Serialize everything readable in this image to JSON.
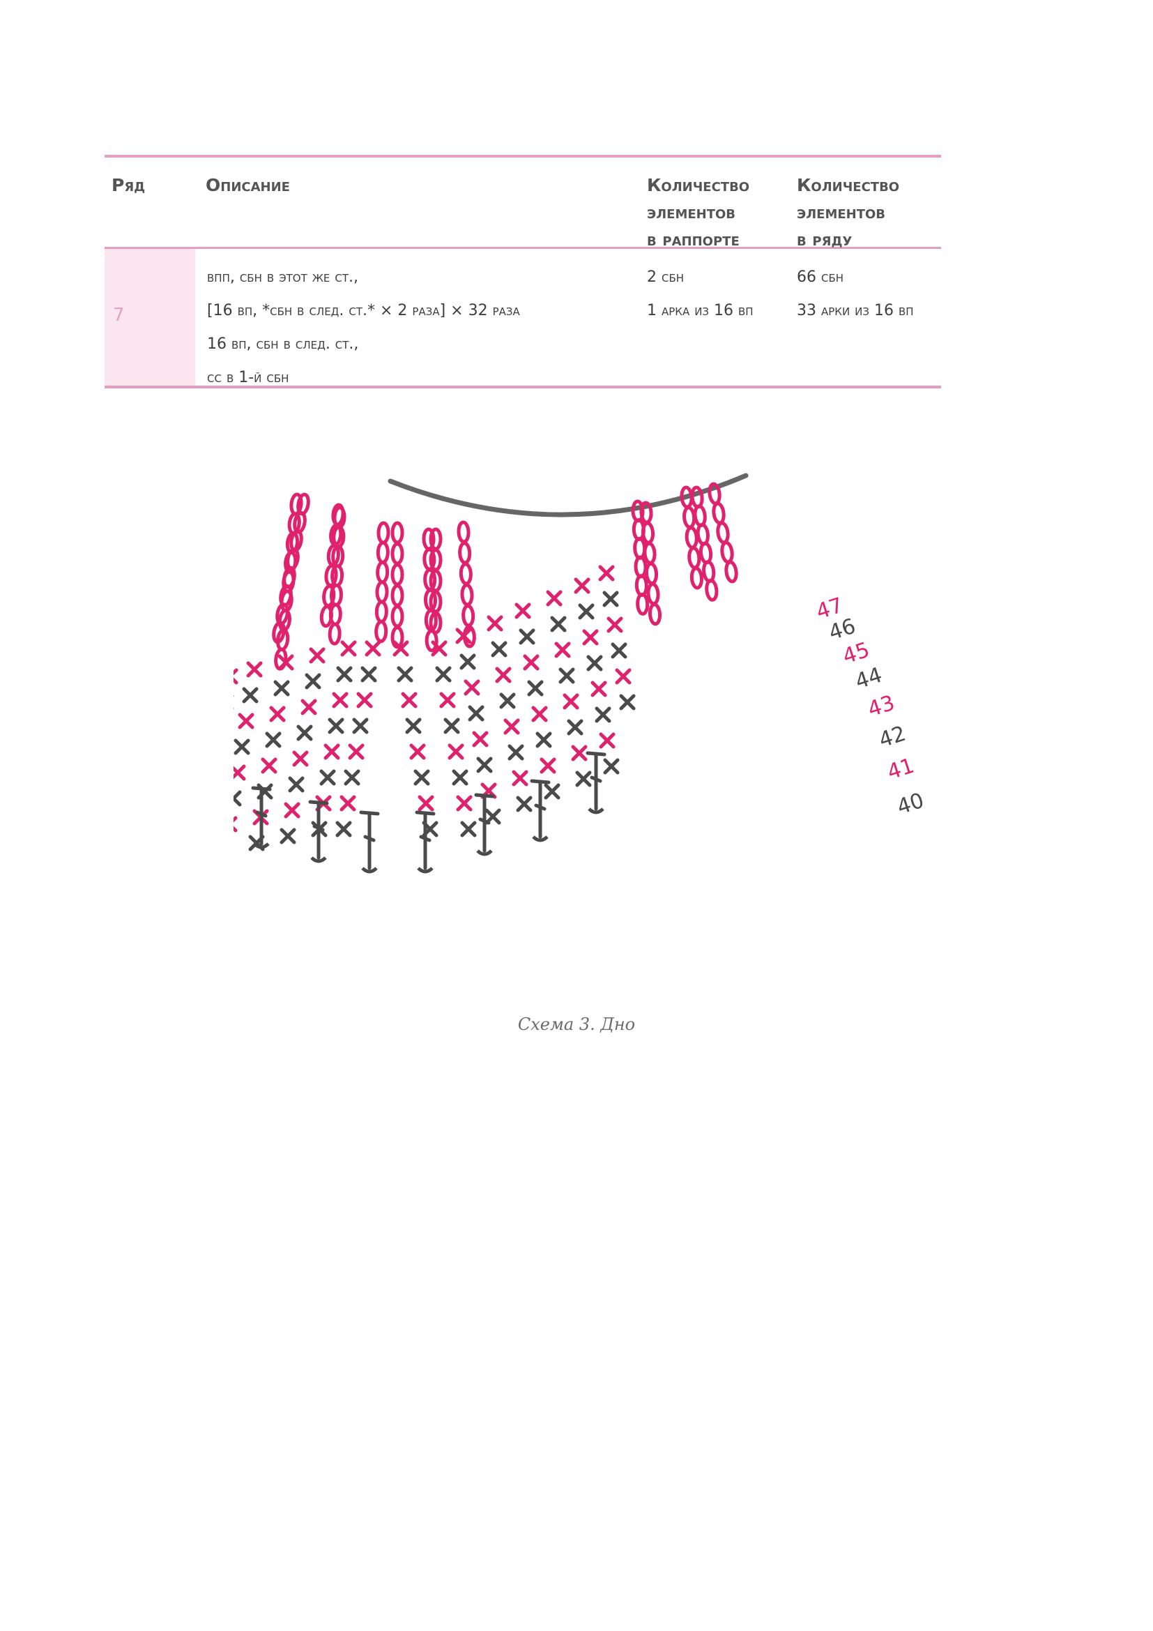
{
  "table": {
    "headers": {
      "row": "Ряд",
      "description": "Описание",
      "per_repeat": [
        "Количество",
        "элементов",
        "в раппорте"
      ],
      "per_row": [
        "Количество",
        "элементов",
        "в ряду"
      ]
    },
    "row": {
      "number": "7",
      "description": [
        "впп, сбн в этот же ст.,",
        "[16 вп, *сбн в след. ст.* × 2 раза] × 32 раза",
        "16 вп, сбн в след. ст.,",
        "сс в 1-й сбн"
      ],
      "per_repeat": [
        "2 сбн",
        "1 арка из 16 вп"
      ],
      "per_row": [
        "66 сбн",
        "33 арки из 16 вп"
      ]
    }
  },
  "diagram": {
    "row_numbers": [
      "47",
      "46",
      "45",
      "44",
      "43",
      "42",
      "41",
      "40"
    ],
    "colors": {
      "pink": "#e0226e",
      "dark": "#4a4a4a",
      "rule": "#e29ec1"
    }
  },
  "caption": "Схема 3. Дно"
}
